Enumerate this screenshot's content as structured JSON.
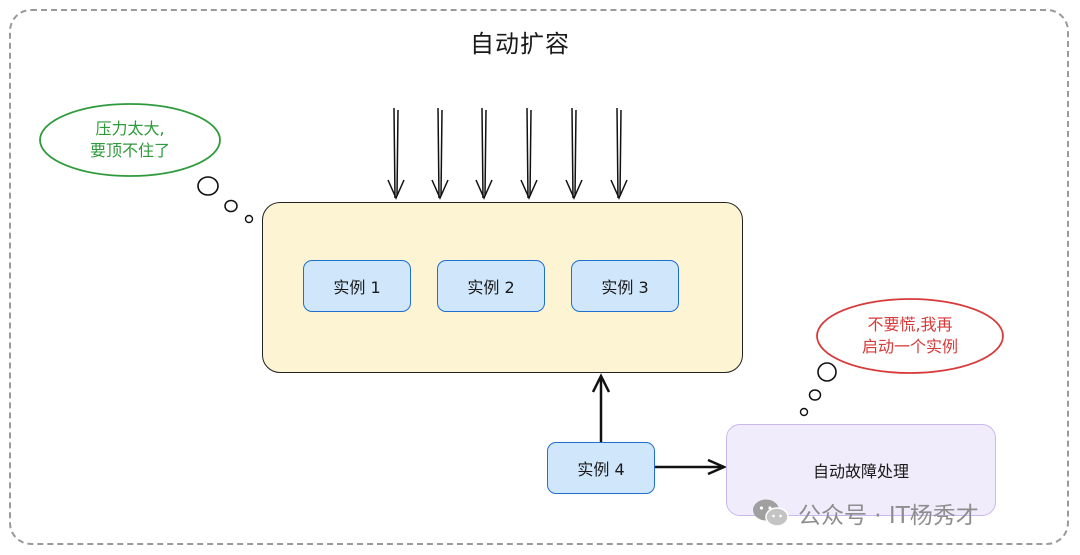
{
  "diagram": {
    "title": "自动扩容",
    "cluster_instances": [
      {
        "label": "实例 1"
      },
      {
        "label": "实例 2"
      },
      {
        "label": "实例 3"
      }
    ],
    "new_instance": {
      "label": "实例 4"
    },
    "failover": {
      "label": "自动故障处理"
    },
    "bubble_pressure": {
      "line1": "压力太大,",
      "line2": "要顶不住了"
    },
    "bubble_calm": {
      "line1": "不要慌,我再",
      "line2": "启动一个实例"
    },
    "watermark": "公众号 · IT杨秀才",
    "colors": {
      "cluster_fill": "#fdf4d3",
      "instance_fill": "#cfe6fb",
      "instance_border": "#1e6fd0",
      "failover_fill": "#f1ecfb",
      "failover_border": "#c8b8ee",
      "bubble_green": "#2f9a3c",
      "bubble_red": "#d83a3a"
    },
    "icons": [
      "wechat-icon"
    ]
  }
}
